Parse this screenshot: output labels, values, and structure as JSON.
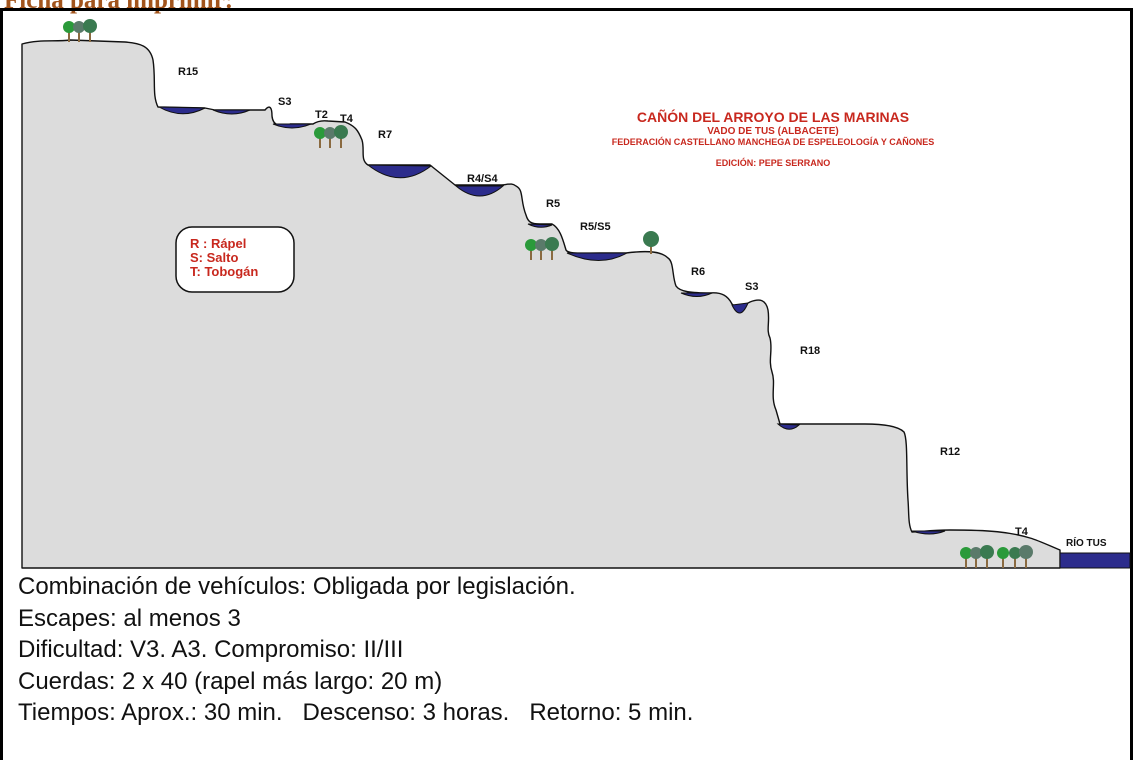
{
  "page": {
    "heading": "Ficha para imprimir:"
  },
  "diagram": {
    "title": "CAÑÓN DEL ARROYO DE LAS MARINAS",
    "subtitle_1": "VADO DE TUS (ALBACETE)",
    "subtitle_2": "FEDERACIÓN CASTELLANO MANCHEGA DE ESPELEOLOGÍA Y CAÑONES",
    "edition": "EDICIÓN: PEPE SERRANO",
    "legend": [
      "R : Rápel",
      "S: Salto",
      "T: Tobogán"
    ],
    "obstacles": [
      "R15",
      "S3",
      "T2",
      "T4",
      "R7",
      "R4/S4",
      "R5",
      "R5/S5",
      "R6",
      "S3",
      "R18",
      "R12",
      "T4"
    ],
    "river_label": "RÍO TUS",
    "colors": {
      "terrain": "#dcdcdc",
      "water": "#2c2c8c",
      "title": "#c8281e",
      "labels": "#111111"
    }
  },
  "info": {
    "lines": [
      "Combinación de vehículos: Obligada por legislación.",
      "Escapes: al menos 3",
      "Dificultad: V3. A3. Compromiso: II/III",
      "Cuerdas: 2 x 40 (rapel más largo: 20 m)",
      "Tiempos: Aprox.: 30 min.   Descenso: 3 horas.   Retorno: 5 min."
    ]
  }
}
